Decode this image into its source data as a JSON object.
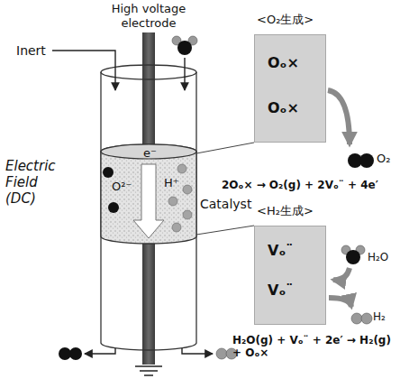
{
  "diagram": {
    "nodes": [
      {
        "text": [
          "Catalyst",
          "O²⁻",
          "e⁻",
          "H⁺"
        ]
      },
      {
        "text": [
          "<O₂生成>",
          "Oₒ×",
          "Oₒ×"
        ]
      },
      {
        "text": [
          "<H₂生成>",
          "Vₒ¨",
          "Vₒ¨"
        ]
      }
    ],
    "edges": [
      {
        "from": 0,
        "to": 1,
        "arrow": "none"
      },
      {
        "from": 0,
        "to": 2,
        "arrow": "none"
      }
    ],
    "labels": [
      "High voltage electrode",
      "Inert",
      "Electric Field (DC)",
      "O₂",
      "2Oₒ× → O₂(g) + 2Vₒ¨ + 4e′",
      "H₂O",
      "H₂",
      "H₂O(g) + Vₒ¨ + 2e′ → H₂(g) + Oₒ×"
    ]
  }
}
